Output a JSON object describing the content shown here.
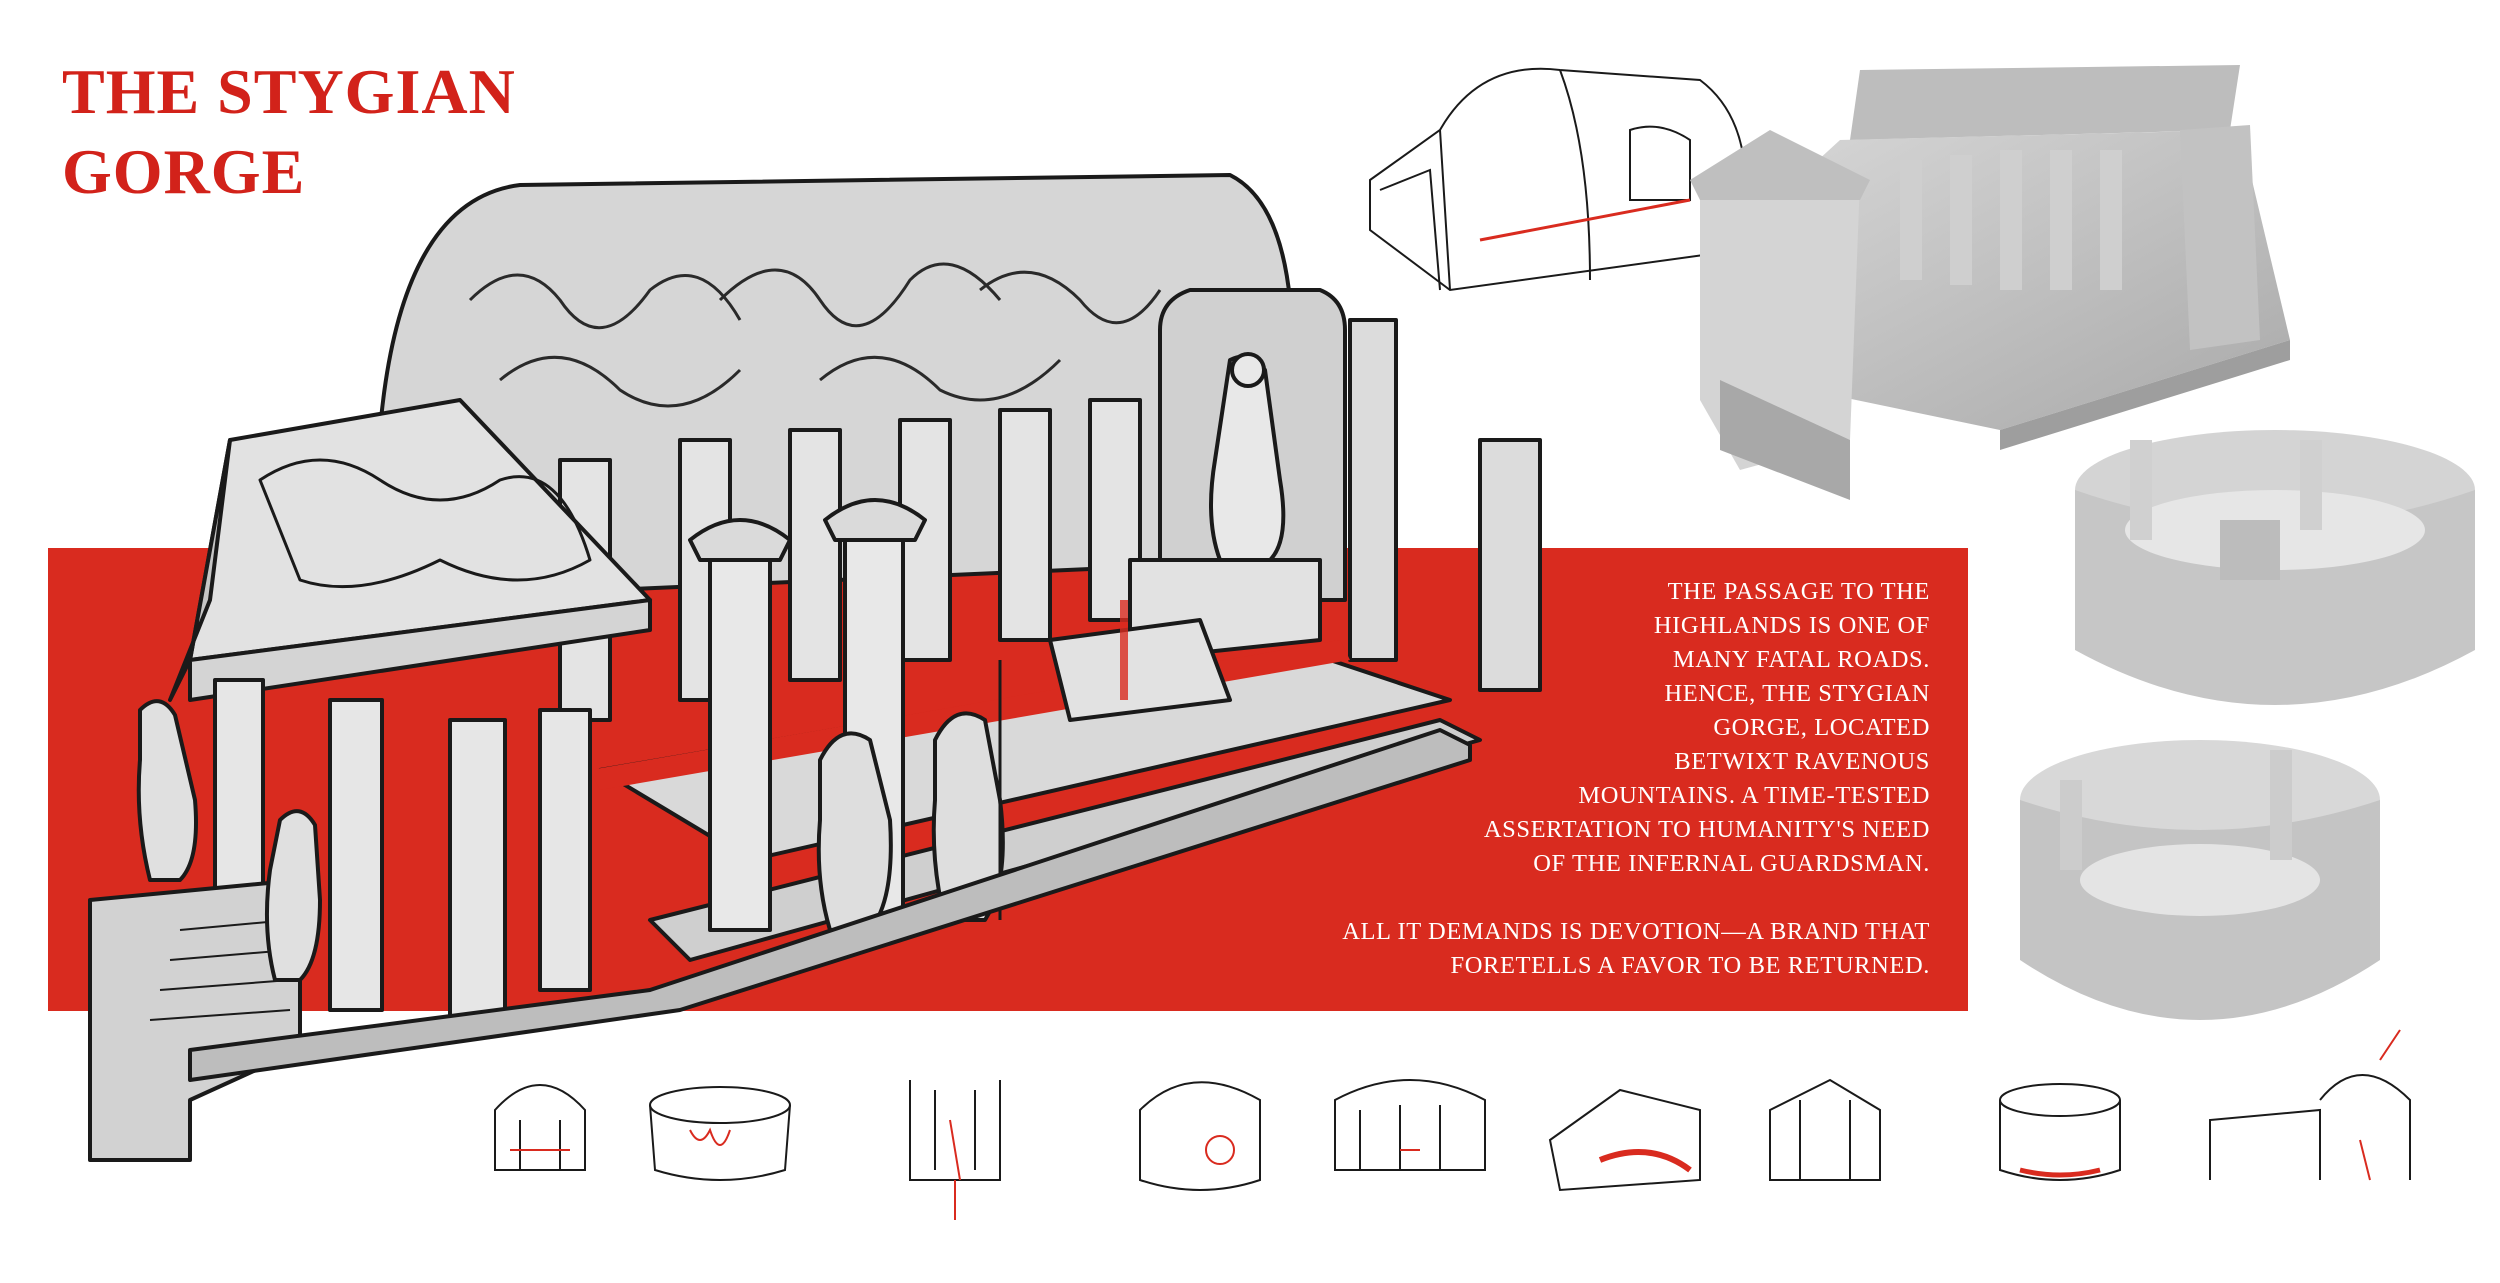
{
  "title": {
    "line1": "THE STYGIAN",
    "line2": "GORGE"
  },
  "blurb": {
    "paragraph1": [
      "THE PASSAGE TO THE",
      "HIGHLANDS IS ONE OF",
      "MANY FATAL ROADS.",
      "HENCE, THE STYGIAN",
      "GORGE, LOCATED",
      "BETWIXT RAVENOUS",
      "MOUNTAINS. A TIME-TESTED",
      "ASSERTATION TO HUMANITY'S NEED",
      "OF THE INFERNAL GUARDSMAN."
    ],
    "paragraph2": [
      "ALL IT DEMANDS IS DEVOTION—A BRAND THAT",
      "FORETELLS A FAVOR TO BE RETURNED."
    ]
  },
  "colors": {
    "accent": "#d92b1f",
    "title": "#d2221a",
    "stone": "#c9c9c9",
    "ink": "#1a1a1a"
  }
}
